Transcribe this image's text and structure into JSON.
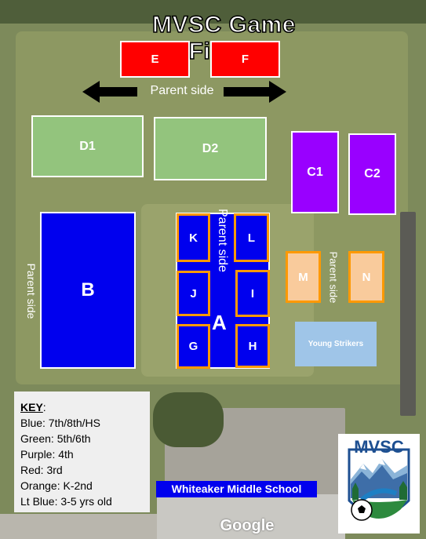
{
  "title": "MVSC Game Fields",
  "parent_side_top": "Parent side",
  "parent_side_left": "Parent side",
  "parent_side_a": "Parent side",
  "parent_side_mn": "Parent side",
  "fields": {
    "E": "E",
    "F": "F",
    "D1": "D1",
    "D2": "D2",
    "C1": "C1",
    "C2": "C2",
    "B": "B",
    "A": "A",
    "K": "K",
    "L": "L",
    "J": "J",
    "I": "I",
    "G": "G",
    "H": "H",
    "M": "M",
    "N": "N",
    "young": "Young Strikers"
  },
  "key": {
    "heading": "KEY",
    "colon": ":",
    "lines": [
      "Blue: 7th/8th/HS",
      "Green: 5th/6th",
      "Purple: 4th",
      "Red: 3rd",
      "Orange: K-2nd",
      "Lt Blue: 3-5 yrs old"
    ]
  },
  "school_label": "Whiteaker Middle School",
  "google_watermark": "Google",
  "logo_text": "MVSC",
  "colors": {
    "blue": "#0000ee",
    "green": "#93c47d",
    "purple": "#9900ff",
    "red": "#ff0000",
    "orange": "#f9cb9c",
    "orange_border": "#ff9900",
    "light_blue": "#9fc5e8"
  }
}
